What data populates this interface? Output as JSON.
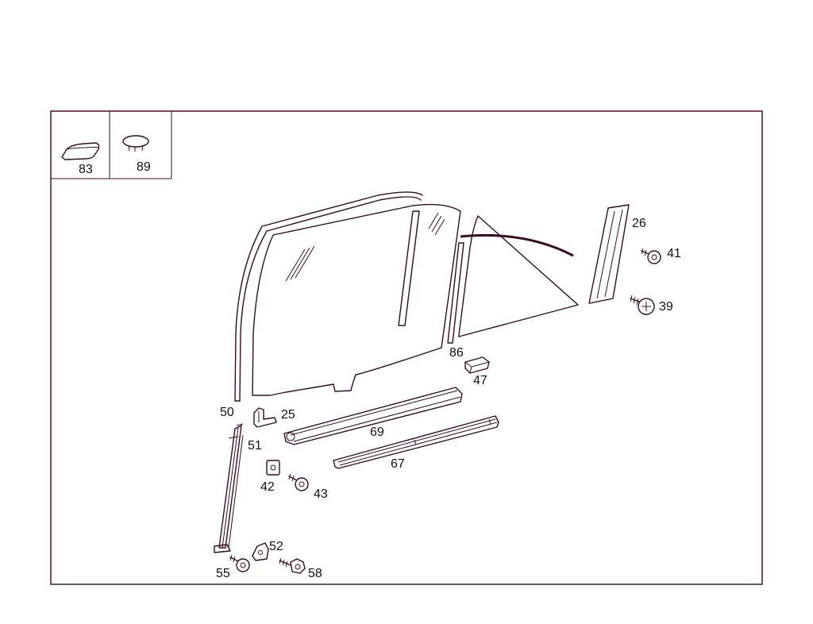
{
  "diagram": {
    "inset_labels": [
      "83",
      "89"
    ],
    "part_labels": {
      "p26": "26",
      "p41": "41",
      "p39": "39",
      "p86": "86",
      "p47": "47",
      "p50": "50",
      "p25": "25",
      "p69": "69",
      "p51": "51",
      "p67": "67",
      "p42": "42",
      "p43": "43",
      "p52": "52",
      "p55": "55",
      "p58": "58"
    },
    "colors": {
      "line": "#3a0a24",
      "frame": "#3a0a24",
      "frame_edge": "#c0205c",
      "background": "#ffffff"
    }
  }
}
